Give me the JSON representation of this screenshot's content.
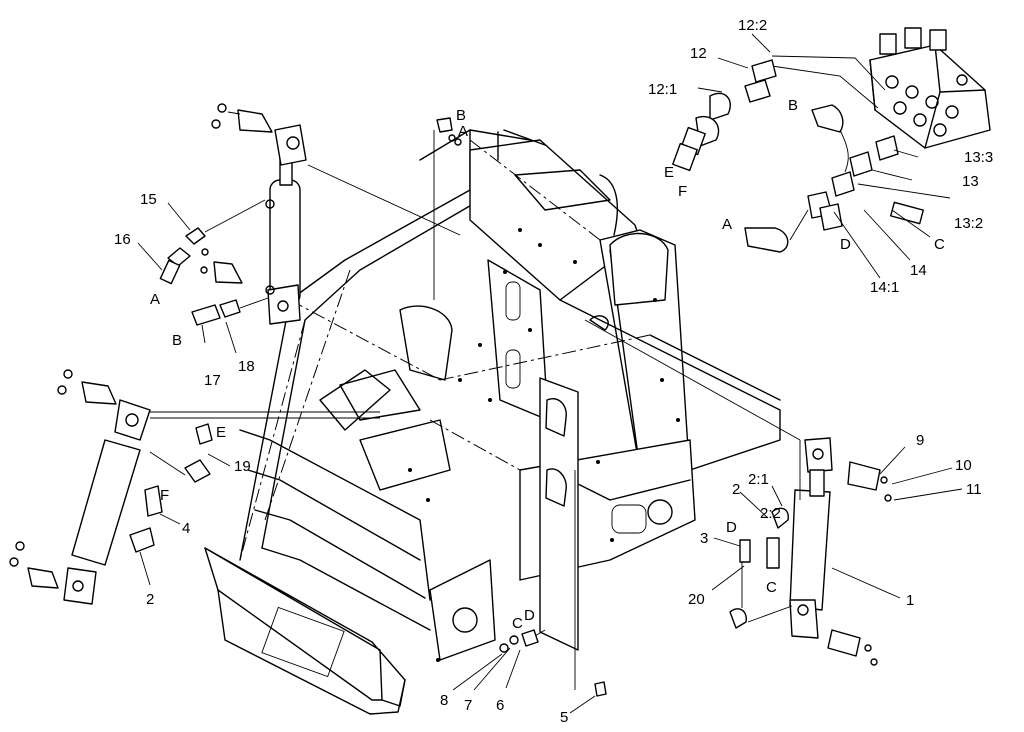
{
  "diagram": {
    "callouts": [
      {
        "id": "c-12-2",
        "text": "12:2"
      },
      {
        "id": "c-12",
        "text": "12"
      },
      {
        "id": "c-12-1",
        "text": "12:1"
      },
      {
        "id": "c-B-top",
        "text": "B"
      },
      {
        "id": "c-E-top",
        "text": "E"
      },
      {
        "id": "c-F-top",
        "text": "F"
      },
      {
        "id": "c-13-3",
        "text": "13:3"
      },
      {
        "id": "c-13",
        "text": "13"
      },
      {
        "id": "c-13-2",
        "text": "13:2"
      },
      {
        "id": "c-A-valve",
        "text": "A"
      },
      {
        "id": "c-C-valve",
        "text": "C"
      },
      {
        "id": "c-D-valve",
        "text": "D"
      },
      {
        "id": "c-14",
        "text": "14"
      },
      {
        "id": "c-14-1",
        "text": "14:1"
      },
      {
        "id": "c-B-frame",
        "text": "B"
      },
      {
        "id": "c-A-frame",
        "text": "A"
      },
      {
        "id": "c-15",
        "text": "15"
      },
      {
        "id": "c-16",
        "text": "16"
      },
      {
        "id": "c-A-left",
        "text": "A"
      },
      {
        "id": "c-B-left",
        "text": "B"
      },
      {
        "id": "c-17",
        "text": "17"
      },
      {
        "id": "c-18",
        "text": "18"
      },
      {
        "id": "c-E-mid",
        "text": "E"
      },
      {
        "id": "c-19",
        "text": "19"
      },
      {
        "id": "c-F-mid",
        "text": "F"
      },
      {
        "id": "c-4",
        "text": "4"
      },
      {
        "id": "c-2-left",
        "text": "2"
      },
      {
        "id": "c-9",
        "text": "9"
      },
      {
        "id": "c-10",
        "text": "10"
      },
      {
        "id": "c-11",
        "text": "11"
      },
      {
        "id": "c-2-1",
        "text": "2:1"
      },
      {
        "id": "c-2-right",
        "text": "2"
      },
      {
        "id": "c-2-2",
        "text": "2:2"
      },
      {
        "id": "c-3",
        "text": "3"
      },
      {
        "id": "c-D-right",
        "text": "D"
      },
      {
        "id": "c-C-right",
        "text": "C"
      },
      {
        "id": "c-20",
        "text": "20"
      },
      {
        "id": "c-1",
        "text": "1"
      },
      {
        "id": "c-C-bottom",
        "text": "C"
      },
      {
        "id": "c-D-bottom",
        "text": "D"
      },
      {
        "id": "c-8",
        "text": "8"
      },
      {
        "id": "c-7",
        "text": "7"
      },
      {
        "id": "c-6",
        "text": "6"
      },
      {
        "id": "c-5",
        "text": "5"
      }
    ]
  }
}
